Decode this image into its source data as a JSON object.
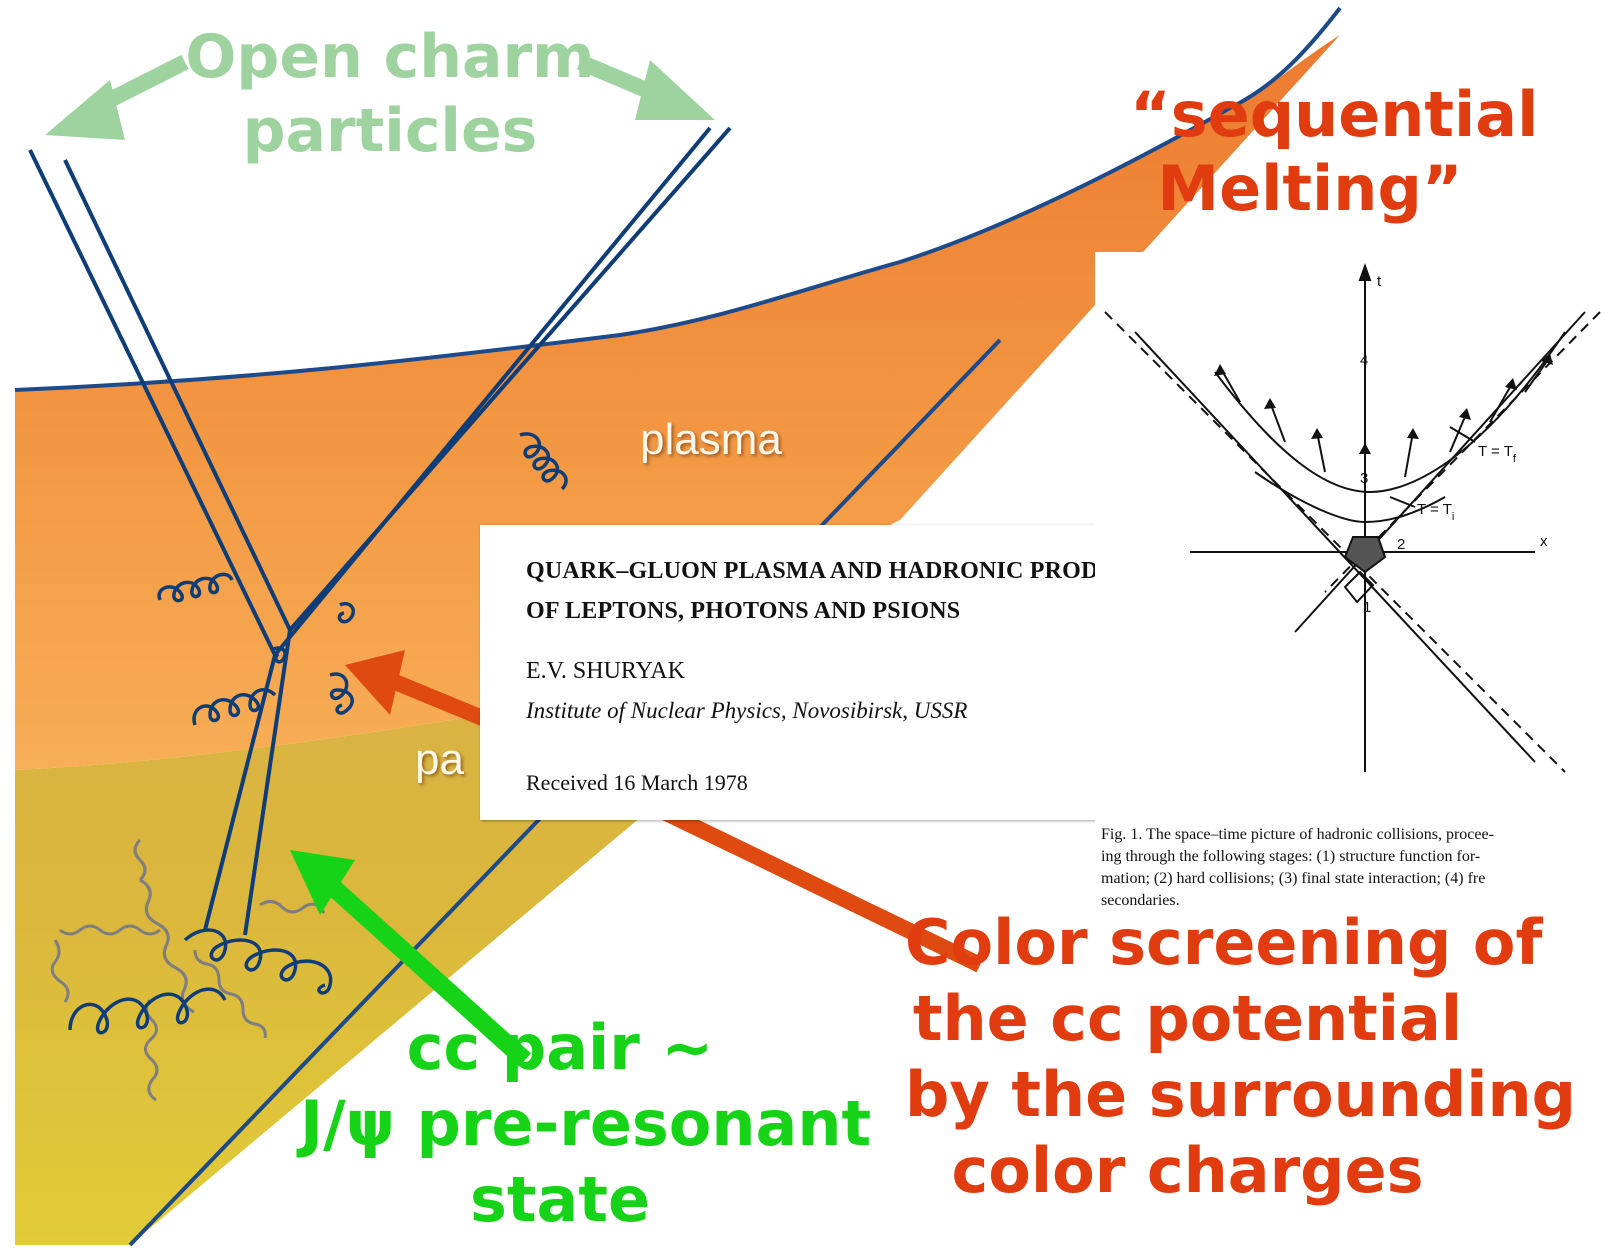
{
  "labels": {
    "open_charm_line1": "Open charm",
    "open_charm_line2": "particles",
    "sequential_line1": "“sequential",
    "sequential_line2": "Melting”",
    "plasma": "plasma",
    "partons_partial": "pa",
    "pair_line1": "cc pair ~",
    "pair_line2": "J/ψ pre-resonant",
    "pair_line3": "state",
    "screen_line1": "Color screening of",
    "screen_line2": "the cc potential",
    "screen_line3": "by the surrounding",
    "screen_line4": "color charges"
  },
  "paper": {
    "title_line1": "QUARK–GLUON PLASMA AND HADRONIC PRODUCTION",
    "title_line2": "OF LEPTONS, PHOTONS AND PSIONS",
    "author": "E.V. SHURYAK",
    "institute": "Institute of Nuclear Physics, Novosibirsk, USSR",
    "received": "Received 16 March 1978"
  },
  "figure": {
    "axis_t": "t",
    "axis_x": "x",
    "region_1": "1",
    "region_2": "2",
    "region_3": "3",
    "region_4": "4",
    "tf_label": "T = T",
    "tf_sub": "f",
    "ti_label": "T = T",
    "ti_sub": "i",
    "caption_line1": "Fig. 1. The space–time picture of hadronic collisions, procee-",
    "caption_line2": "ing through the following stages: (1) structure function for-",
    "caption_line3": "mation; (2) hard collisions; (3) final state interaction; (4) fre",
    "caption_line4": "secondaries."
  },
  "colors": {
    "open_charm_text": "#9ed3a0",
    "red_text": "#e03c10",
    "green_text": "#17d317",
    "quark_line": "#0f3d78",
    "plasma_fill": "#f08a3c",
    "hadron_fill": "#d8b33e"
  }
}
